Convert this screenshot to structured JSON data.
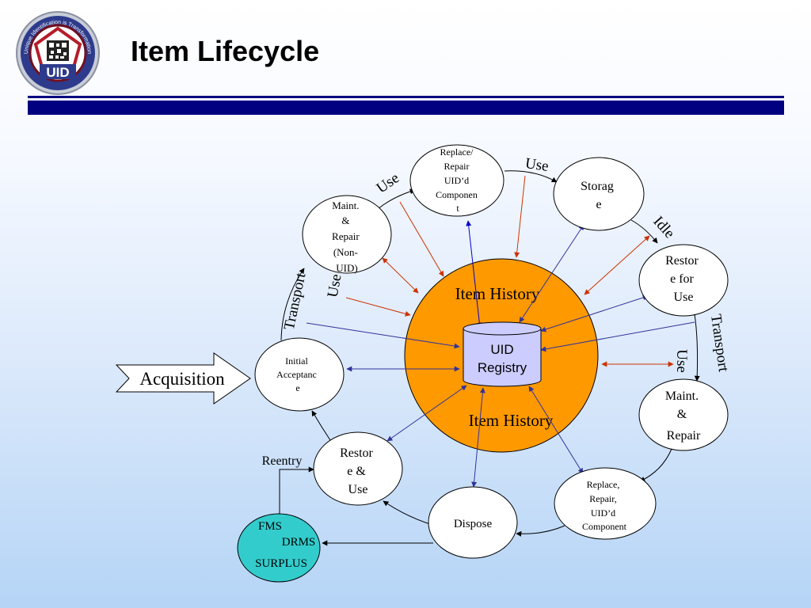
{
  "slide": {
    "title": "Item Lifecycle"
  },
  "logo": {
    "arc_text": "Unique Identification is Transformation",
    "acronym": "UID"
  },
  "diagram": {
    "core_label_top": "Item History",
    "core_label_bottom": "Item History",
    "registry_label_line1": "UID",
    "registry_label_line2": "Registry",
    "acquisition": "Acquisition",
    "nodes": {
      "replace_top": [
        "Replace/",
        "Repair",
        "UID’d",
        "Componen",
        "t"
      ],
      "storage": [
        "Storag",
        "e"
      ],
      "restore_for_use": [
        "Restor",
        "e for",
        "Use"
      ],
      "maint_nonuid": [
        "Maint.",
        "&",
        "Repair",
        "(Non-",
        "UID)"
      ],
      "initial_acceptance": [
        "Initial",
        "Acceptanc",
        "e"
      ],
      "maint_repair": [
        "Maint.",
        "&",
        "Repair"
      ],
      "replace_bottom": [
        "Replace,",
        "Repair,",
        "UID’d",
        "Component"
      ],
      "dispose": [
        "Dispose"
      ],
      "restore_use": [
        "Restor",
        "e &",
        "Use"
      ],
      "fms": "FMS",
      "drms": "DRMS",
      "surplus": "SURPLUS"
    },
    "edge_labels": {
      "use_top_left": "Use",
      "use_top_right": "Use",
      "idle": "Idle",
      "use_left": "Use",
      "transport_left": "Transport",
      "transport_right": "Transport",
      "use_right": "Use",
      "reentry": "Reentry"
    }
  },
  "colors": {
    "title_bar": "#000080",
    "history_core": "#ff9900",
    "registry": "#ccccff",
    "surplus_node": "#33cccc",
    "blue_arrow": "#333399",
    "red_arrow": "#cc3300"
  }
}
